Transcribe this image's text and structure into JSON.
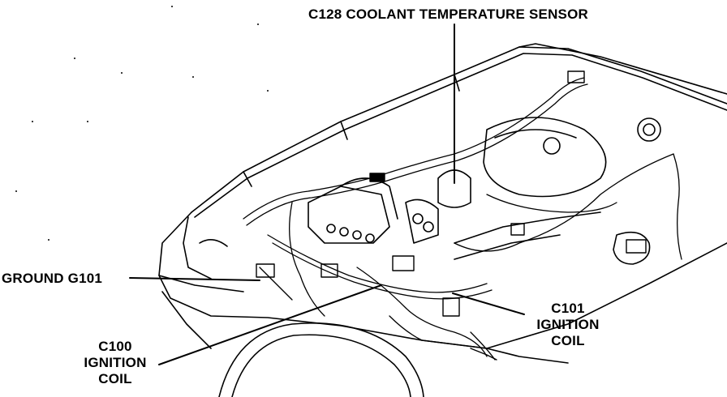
{
  "callouts": {
    "coolant_sensor": "C128 COOLANT TEMPERATURE SENSOR",
    "ground": "GROUND G101",
    "c100": {
      "line1": "C100",
      "line2": "IGNITION",
      "line3": "COIL"
    },
    "c101": {
      "line1": "C101",
      "line2": "IGNITION",
      "line3": "COIL"
    }
  },
  "colors": {
    "ink": "#000000",
    "paper": "#ffffff"
  }
}
